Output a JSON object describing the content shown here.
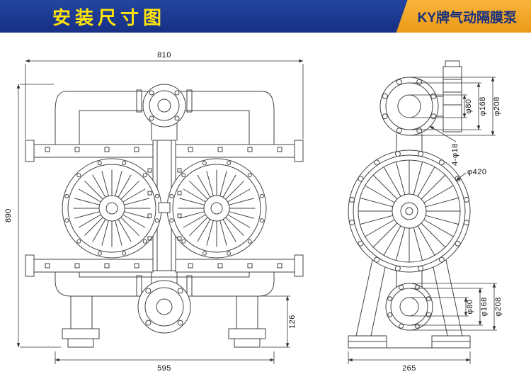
{
  "header": {
    "title": "安装尺寸图",
    "badge": "KY牌气动隔膜泵"
  },
  "colors": {
    "header_bg": "#1c3a96",
    "title_text": "#ffe40a",
    "badge_bg": "#f3a726",
    "badge_text": "#17307e",
    "line": "#424242"
  },
  "front_view": {
    "overall_width": "810",
    "overall_height": "890",
    "foot_span": "595",
    "port_height": "126"
  },
  "side_view": {
    "foot_span": "265",
    "main_diameter": "φ420",
    "bolt_holes": "4-φ18",
    "top_flange": {
      "inner": "φ80",
      "bolt_circle": "φ168",
      "outer": "φ208"
    },
    "bottom_flange": {
      "inner": "φ80",
      "bolt_circle": "φ168",
      "outer": "φ208"
    }
  }
}
